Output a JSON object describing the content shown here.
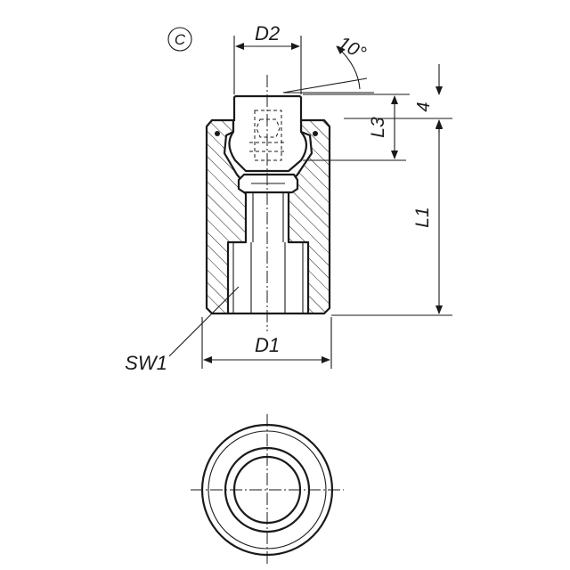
{
  "variant_mark": "C",
  "dimensions": {
    "d2": "D2",
    "angle": "10°",
    "l3": "L3",
    "four": "4",
    "l1": "L1",
    "d1": "D1",
    "sw1": "SW1"
  },
  "colors": {
    "line": "#1a1a1a",
    "background": "#ffffff"
  }
}
